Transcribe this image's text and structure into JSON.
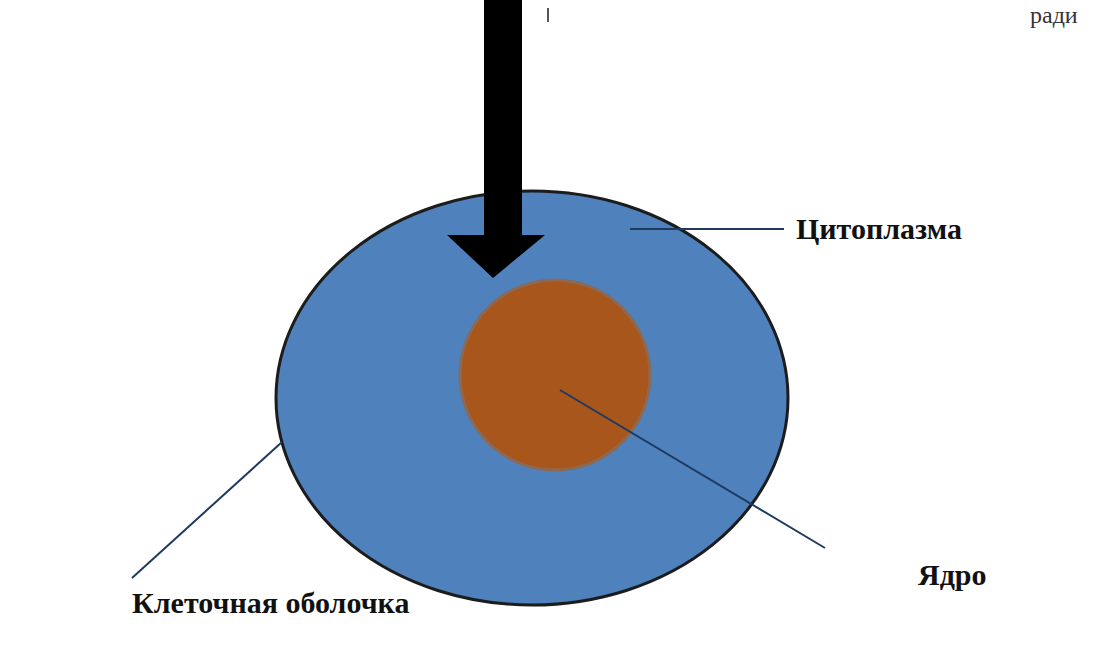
{
  "diagram": {
    "labels": [
      "ради",
      "Цитоплазма",
      "Ядро",
      "Клеточная оболочка"
    ]
  }
}
